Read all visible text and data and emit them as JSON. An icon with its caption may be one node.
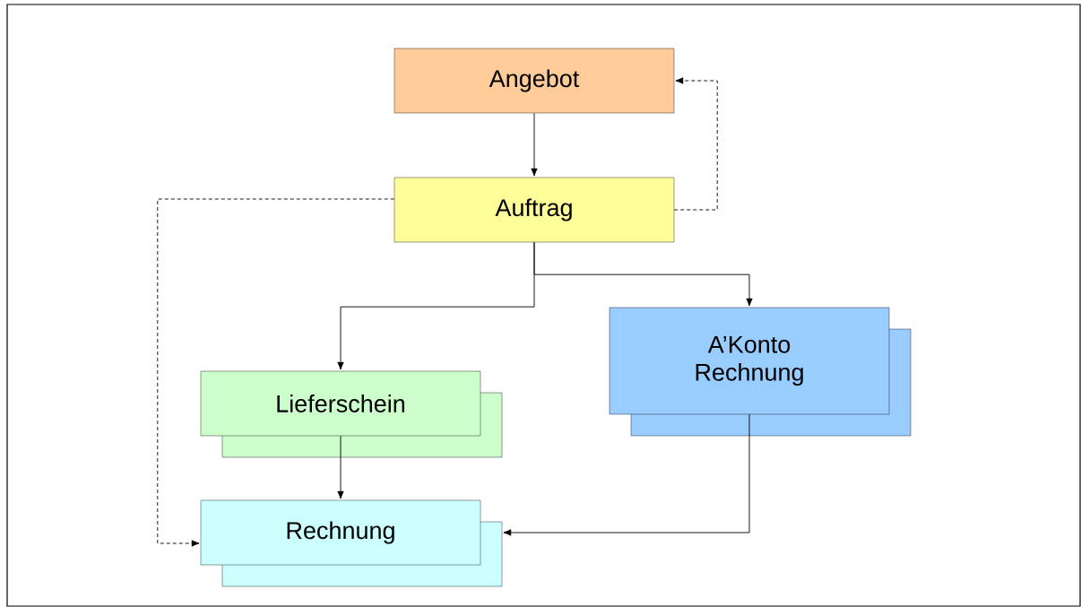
{
  "diagram": {
    "nodes": [
      {
        "text": [
          "Angebot"
        ]
      },
      {
        "text": [
          "Auftrag"
        ]
      },
      {
        "text": [
          "A’Konto Rechnung"
        ]
      },
      {
        "text": [
          "Lieferschein"
        ]
      },
      {
        "text": [
          "Rechnung"
        ]
      }
    ],
    "edges": [
      {
        "from": 0,
        "to": 1,
        "arrow": "to"
      },
      {
        "from": 1,
        "to": 0,
        "arrow": "to",
        "style": "dashed"
      },
      {
        "from": 1,
        "to": 3,
        "arrow": "to"
      },
      {
        "from": 1,
        "to": 2,
        "arrow": "to"
      },
      {
        "from": 3,
        "to": 4,
        "arrow": "to"
      },
      {
        "from": 2,
        "to": 4,
        "arrow": "to"
      },
      {
        "from": 1,
        "to": 4,
        "arrow": "to",
        "style": "dashed"
      }
    ]
  }
}
